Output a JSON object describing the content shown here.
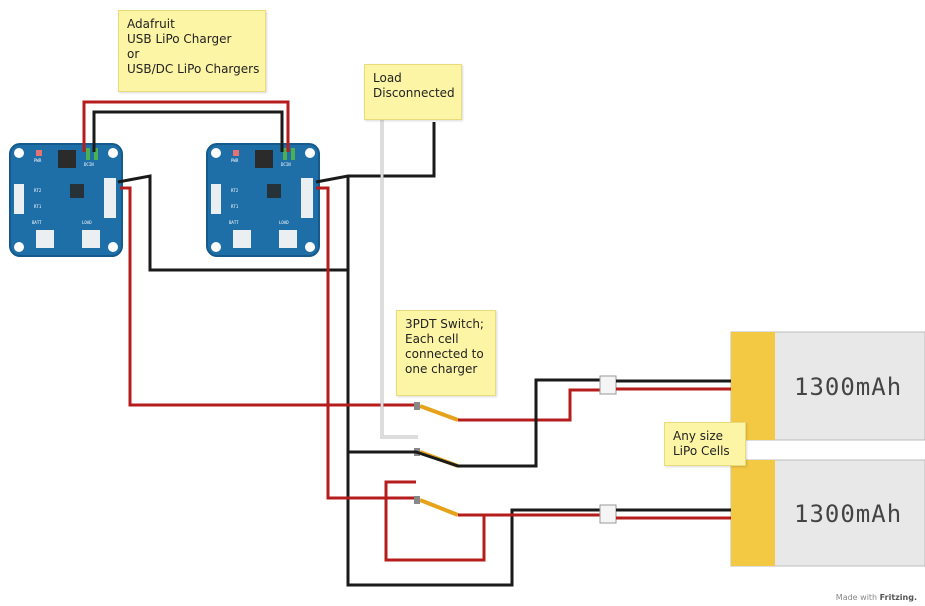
{
  "notes": {
    "charger": [
      "Adafruit",
      "USB LiPo Charger",
      "or",
      "USB/DC LiPo Chargers"
    ],
    "load": [
      "Load",
      "Disconnected"
    ],
    "switch": [
      "3PDT Switch;",
      "Each cell",
      "connected to",
      "one charger"
    ],
    "cells": [
      "Any size",
      "LiPo Cells"
    ]
  },
  "batteries": [
    {
      "label": "1300mAh"
    },
    {
      "label": "1300mAh"
    }
  ],
  "board_silkscreen": {
    "power": "PWR",
    "dc_in": "DCIN",
    "batt": "BATT",
    "load": "LOAD",
    "rt2": "RT2",
    "rt1": "RT1"
  },
  "credit": {
    "prefix": "Made with",
    "brand": "Fritzing."
  },
  "colors": {
    "board": "#1e6fa8",
    "board_edge": "#155a8a",
    "wire_red": "#b71c1c",
    "wire_black": "#1a1a1a",
    "battery_tab": "#f3c843",
    "battery_body": "#e8e8e8",
    "note_bg": "#fdf5a6",
    "switch_blade": "#e6a31a"
  }
}
